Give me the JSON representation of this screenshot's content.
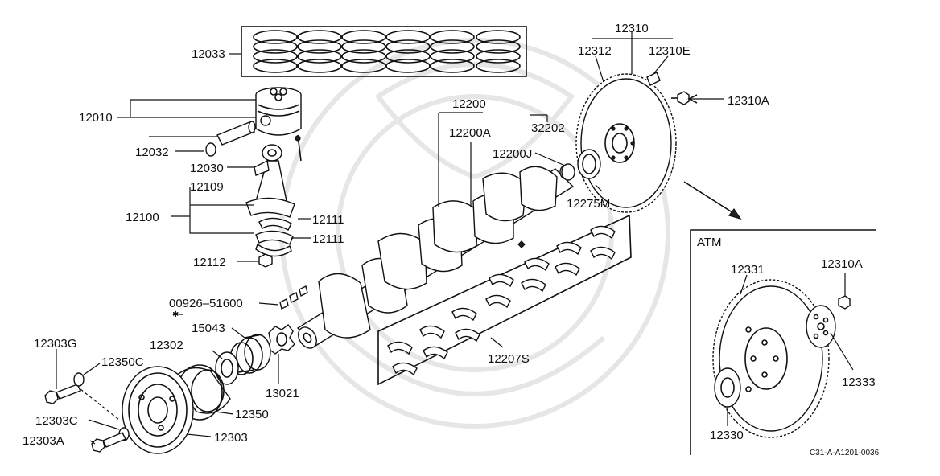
{
  "labels": {
    "p12033": "12033",
    "p12010": "12010",
    "p12032": "12032",
    "p12030": "12030",
    "p12109": "12109",
    "p12100": "12100",
    "p12111a": "12111",
    "p12111b": "12111",
    "p12112": "12112",
    "p00926": "00926–51600",
    "p12200": "12200",
    "p12200A": "12200A",
    "p32202": "32202",
    "p12200J": "12200J",
    "p12275M": "12275M",
    "p12310": "12310",
    "p12312": "12312",
    "p12310E": "12310E",
    "p12310A": "12310A",
    "p12303G": "12303G",
    "p12350C": "12350C",
    "p12302": "12302",
    "p15043": "15043",
    "p13021": "13021",
    "p12207S": "12207S",
    "p12350": "12350",
    "p12303C": "12303C",
    "p12303A": "12303A",
    "p12303": "12303",
    "atm": "ATM",
    "p12331": "12331",
    "p12310A_atm": "12310A",
    "p12333": "12333",
    "p12330": "12330",
    "diagram_code": "C31-A-A1201-0036",
    "star_note": "✱–"
  }
}
